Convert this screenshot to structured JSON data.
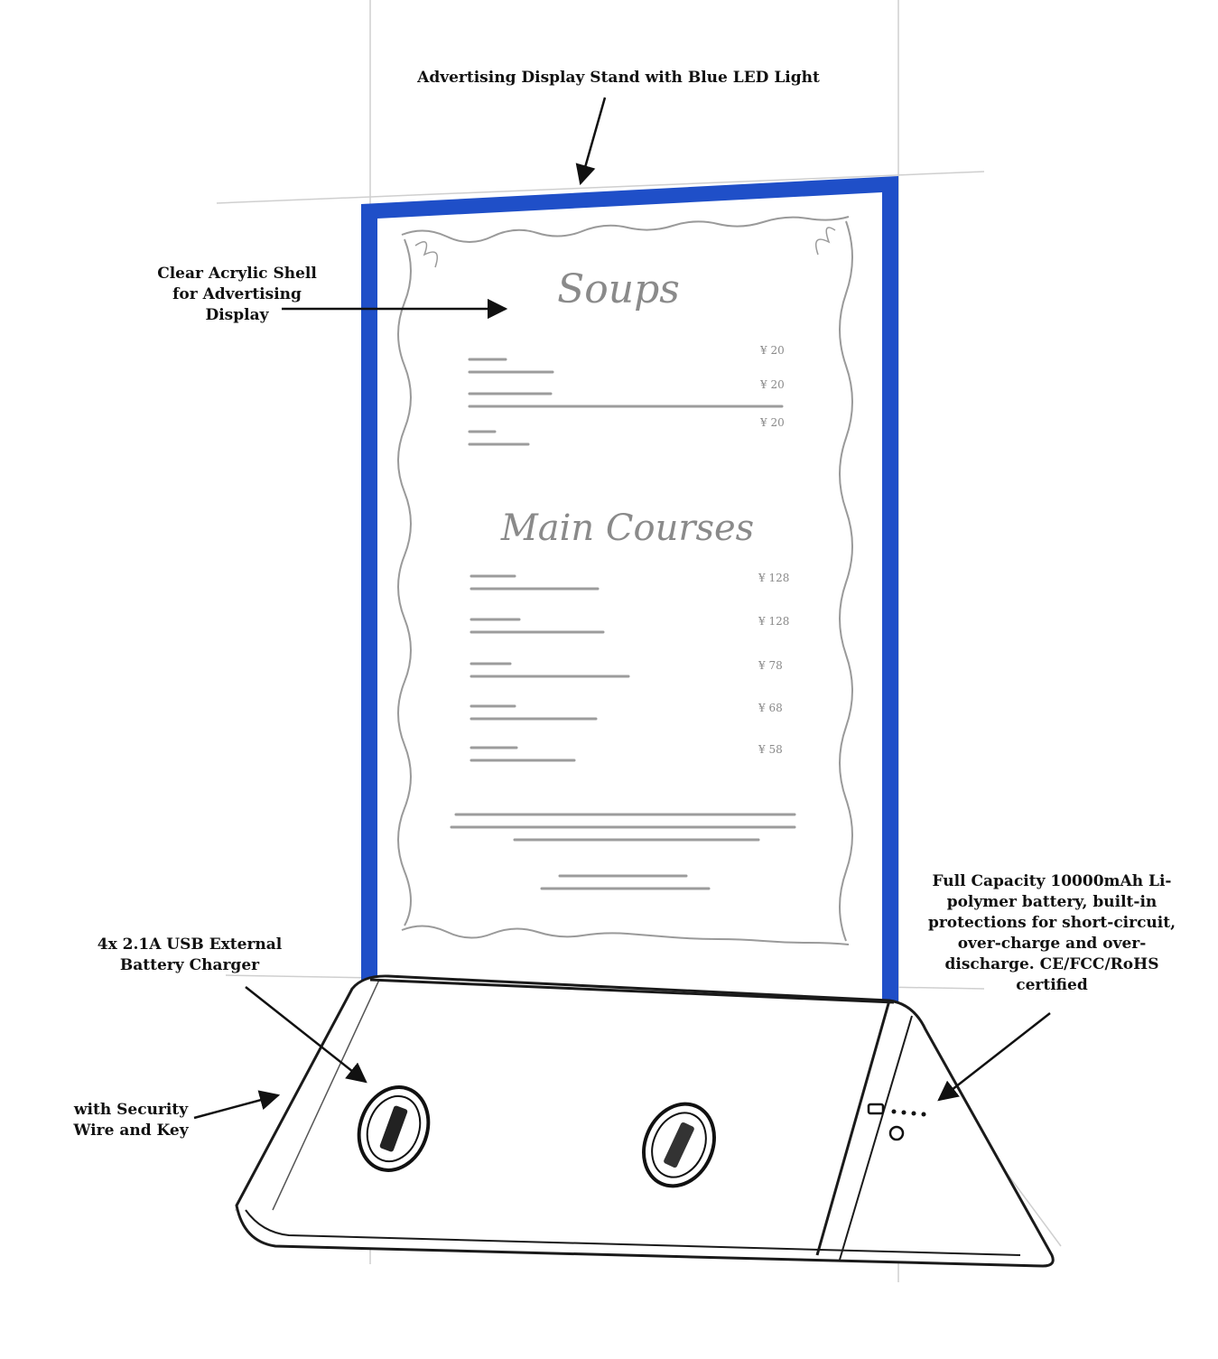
{
  "labels": {
    "top": [
      "Advertising Display Stand with Blue LED Light"
    ],
    "acrylic": [
      "Clear Acrylic Shell",
      "for Advertising",
      "Display"
    ],
    "usb": [
      "4x 2.1A USB External",
      "Battery Charger"
    ],
    "security": [
      "with Security",
      "Wire and Key"
    ],
    "battery": [
      "Full Capacity 10000mAh Li-",
      "polymer battery, built-in",
      "protections for short-circuit,",
      "over-charge and over-",
      "discharge. CE/FCC/RoHS",
      "certified"
    ]
  },
  "menu": {
    "heading1": "Soups",
    "heading2": "Main Courses",
    "prices1": [
      "¥ 20",
      "¥ 20",
      "¥ 20"
    ],
    "prices2": [
      "¥ 128",
      "¥ 128",
      "¥ 78",
      "¥ 68",
      "¥ 58"
    ]
  },
  "colors": {
    "led_frame": "#1f4fc8",
    "ink": "#111111",
    "sketch": "#c8c8c8",
    "menu_ink": "#8a8a8a"
  }
}
